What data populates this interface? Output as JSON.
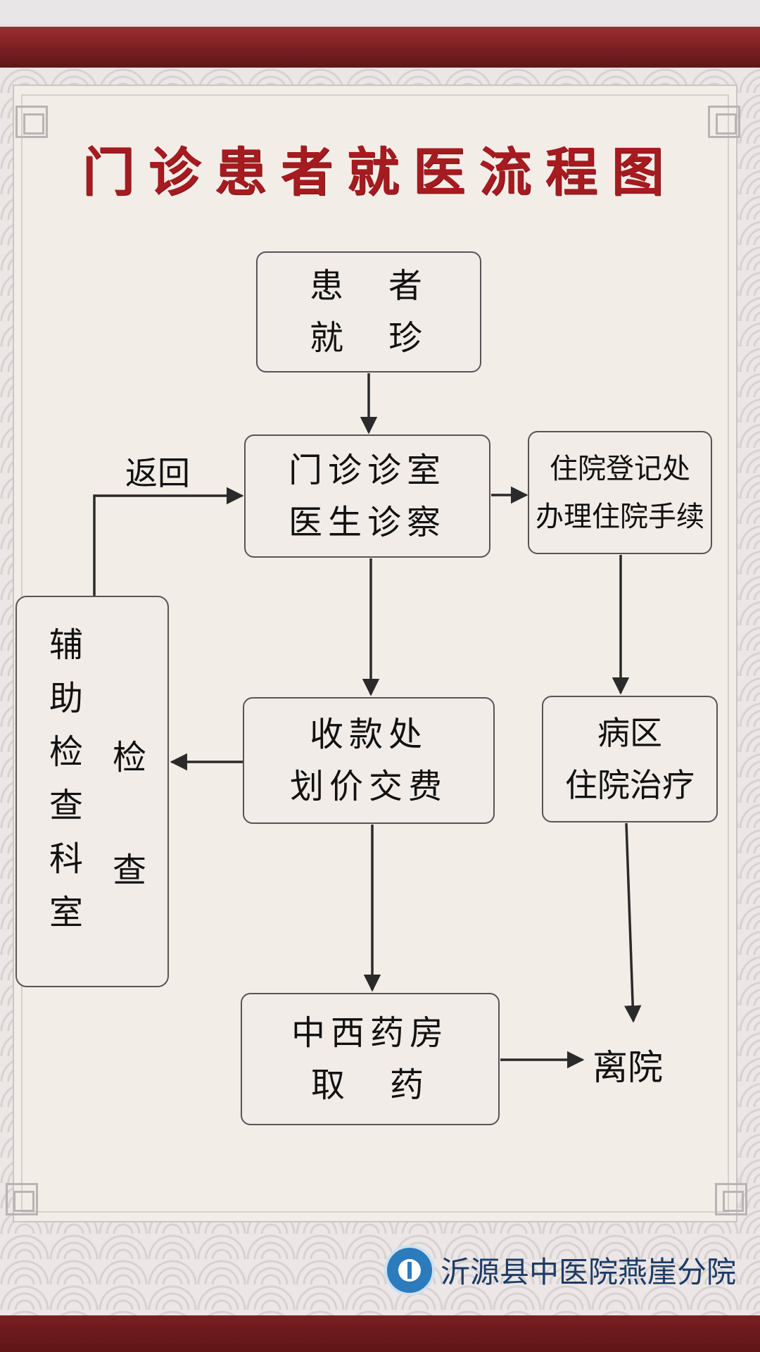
{
  "title": "门诊患者就医流程图",
  "nodes": {
    "patient_visit": {
      "line1": "患　者",
      "line2": "就　珍"
    },
    "outpatient_room": {
      "line1": "门诊诊室",
      "line2": "医生诊察"
    },
    "admission_office": {
      "line1": "住院登记处",
      "line2": "办理住院手续"
    },
    "auxiliary_exam": {
      "col1": [
        "辅",
        "助",
        "检",
        "查",
        "科",
        "室"
      ],
      "col2": [
        "检",
        "查"
      ]
    },
    "cashier": {
      "line1": "收款处",
      "line2": "划价交费"
    },
    "ward": {
      "line1": "病区",
      "line2": "住院治疗"
    },
    "pharmacy": {
      "line1": "中西药房",
      "line2": "取　药"
    },
    "discharge": {
      "label": "离院"
    }
  },
  "edges": {
    "return_label": "返回"
  },
  "footer": {
    "hospital_name": "沂源县中医院燕崖分院",
    "logo_icon": "hospital-logo-icon"
  },
  "colors": {
    "title_red": "#a51b20",
    "frame_red": "#7a1f22",
    "box_border": "#5a5356",
    "footer_blue": "#1c3b66"
  }
}
